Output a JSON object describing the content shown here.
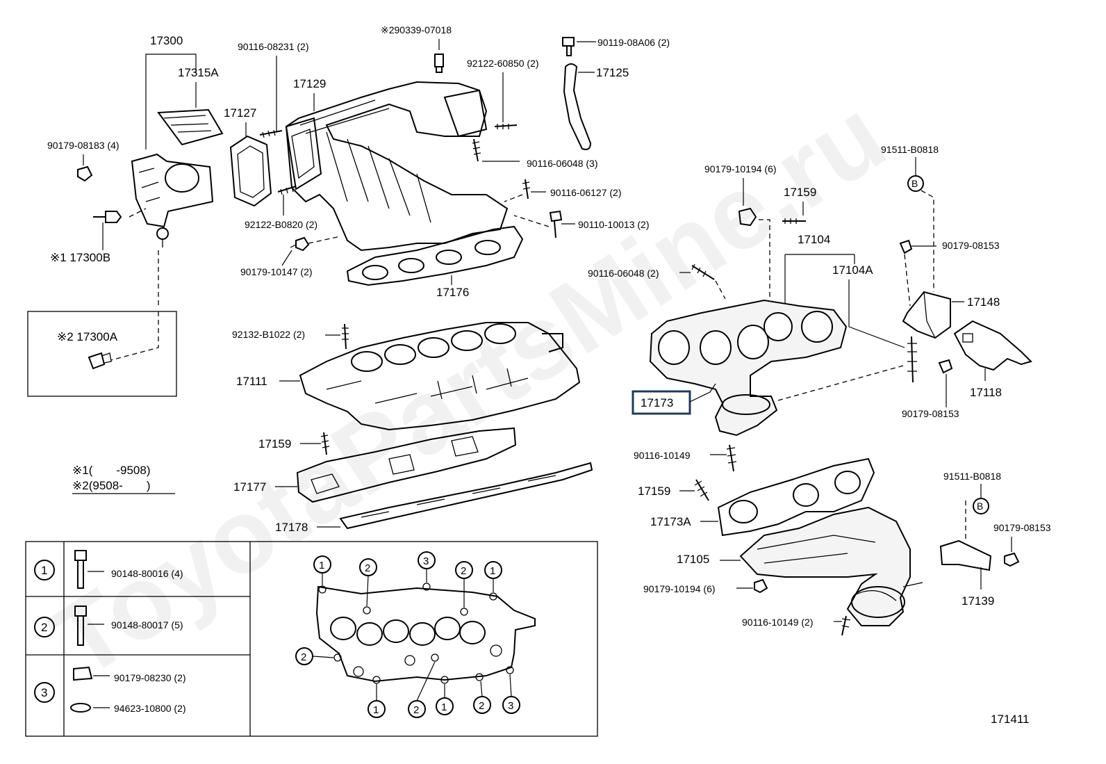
{
  "watermark": "ToyotaPartsMine.ru",
  "figure_number": "171411",
  "legend_note": {
    "line1": "※1(　　-9508)",
    "line2": "※2(9508-　　)"
  },
  "highlighted_part": "17173",
  "labels": {
    "p17300": "17300",
    "p17315A": "17315A",
    "p90179_08183": "90179-08183 (4)",
    "p17300B": "※1 17300B",
    "p17300A": "※2 17300A",
    "p90116_08231": "90116-08231 (2)",
    "p17127": "17127",
    "p17129": "17129",
    "p92122_B0820": "92122-B0820 (2)",
    "p90179_10147": "90179-10147 (2)",
    "p17176": "17176",
    "p90339_07018": "※290339-07018",
    "p92122_60850": "92122-60850 (2)",
    "p90119_08A06": "90119-08A06 (2)",
    "p17125": "17125",
    "p90116_06048_3": "90116-06048 (3)",
    "p90116_06127": "90116-06127 (2)",
    "p90110_10013": "90110-10013 (2)",
    "p92132_B1022": "92132-B1022 (2)",
    "p17111": "17111",
    "p17159_a": "17159",
    "p17177": "17177",
    "p17178": "17178",
    "p90179_10194_6a": "90179-10194 (6)",
    "p17159_b": "17159",
    "p17104": "17104",
    "p17104A": "17104A",
    "p90116_06048_2": "90116-06048 (2)",
    "p91511_B0818_a": "91511-B0818",
    "p90179_08153_a": "90179-08153",
    "p17148": "17148",
    "p17118": "17118",
    "p90179_08153_b": "90179-08153",
    "p90116_10149": "90116-10149",
    "p17159_c": "17159",
    "p17173A": "17173A",
    "p17105": "17105",
    "p90179_10194_6b": "90179-10194 (6)",
    "p90116_10149_2": "90116-10149 (2)",
    "p91511_B0818_b": "91511-B0818",
    "p90179_08153_c": "90179-08153",
    "p17139": "17139"
  },
  "circle_b": "B",
  "table": [
    {
      "key": "1",
      "items": [
        "90148-80016 (4)"
      ]
    },
    {
      "key": "2",
      "items": [
        "90148-80017 (5)"
      ]
    },
    {
      "key": "3",
      "items": [
        "90179-08230 (2)",
        "94623-10800 (2)"
      ]
    }
  ],
  "pattern_markers": {
    "top": [
      "1",
      "2",
      "3",
      "2",
      "1"
    ],
    "left": [
      "2"
    ],
    "bottom": [
      "1",
      "2",
      "1",
      "2",
      "3"
    ]
  }
}
